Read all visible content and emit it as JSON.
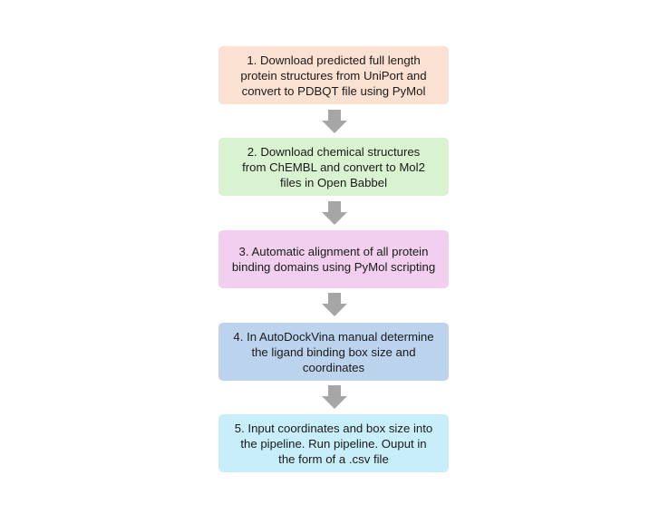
{
  "steps": [
    {
      "text": "1. Download predicted full length\nprotein  structures from UniPort and\nconvert to PDBQT file using PyMol",
      "color": "#fbe1d2"
    },
    {
      "text": "2. Download chemical structures\nfrom ChEMBL and convert to Mol2\nfiles in Open Babbel",
      "color": "#d9f2d0"
    },
    {
      "text": "3. Automatic alignment of all protein\nbinding domains using PyMol scripting",
      "color": "#f2cfee"
    },
    {
      "text": "4. In AutoDockVina manual determine\nthe ligand binding box size and\ncoordinates",
      "color": "#bcd3ee"
    },
    {
      "text": "5. Input coordinates and box size into\nthe  pipeline. Run pipeline. Ouput in\nthe form of a .csv file",
      "color": "#c8eefa"
    }
  ],
  "arrow_color": "#a6a6a6"
}
